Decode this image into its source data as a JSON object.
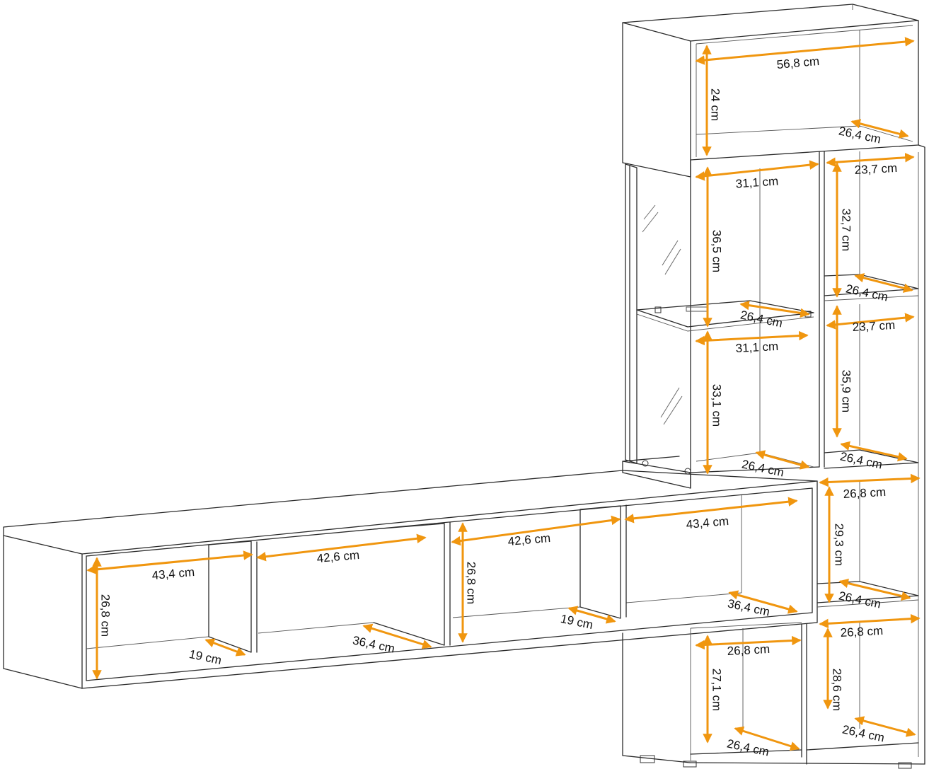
{
  "colors": {
    "accent": "#f0960f",
    "line": "#2b2b2b",
    "background": "#ffffff"
  },
  "labels": [
    "56,8 cm",
    "24 cm",
    "26,4 cm",
    "31,1 cm",
    "23,7 cm",
    "36,5 cm",
    "32,7 cm",
    "26,4 cm",
    "26,4 cm",
    "31,1 cm",
    "23,7 cm",
    "33,1 cm",
    "35,9 cm",
    "26,4 cm",
    "26,4 cm",
    "26,8 cm",
    "43,4 cm",
    "42,6 cm",
    "42,6 cm",
    "43,4 cm",
    "26,8 cm",
    "26,8 cm",
    "29,3 cm",
    "36,4 cm",
    "26,4 cm",
    "19 cm",
    "36,4 cm",
    "19 cm",
    "26,8 cm",
    "26,8 cm",
    "27,1 cm",
    "28,6 cm",
    "26,4 cm",
    "26,4 cm"
  ]
}
